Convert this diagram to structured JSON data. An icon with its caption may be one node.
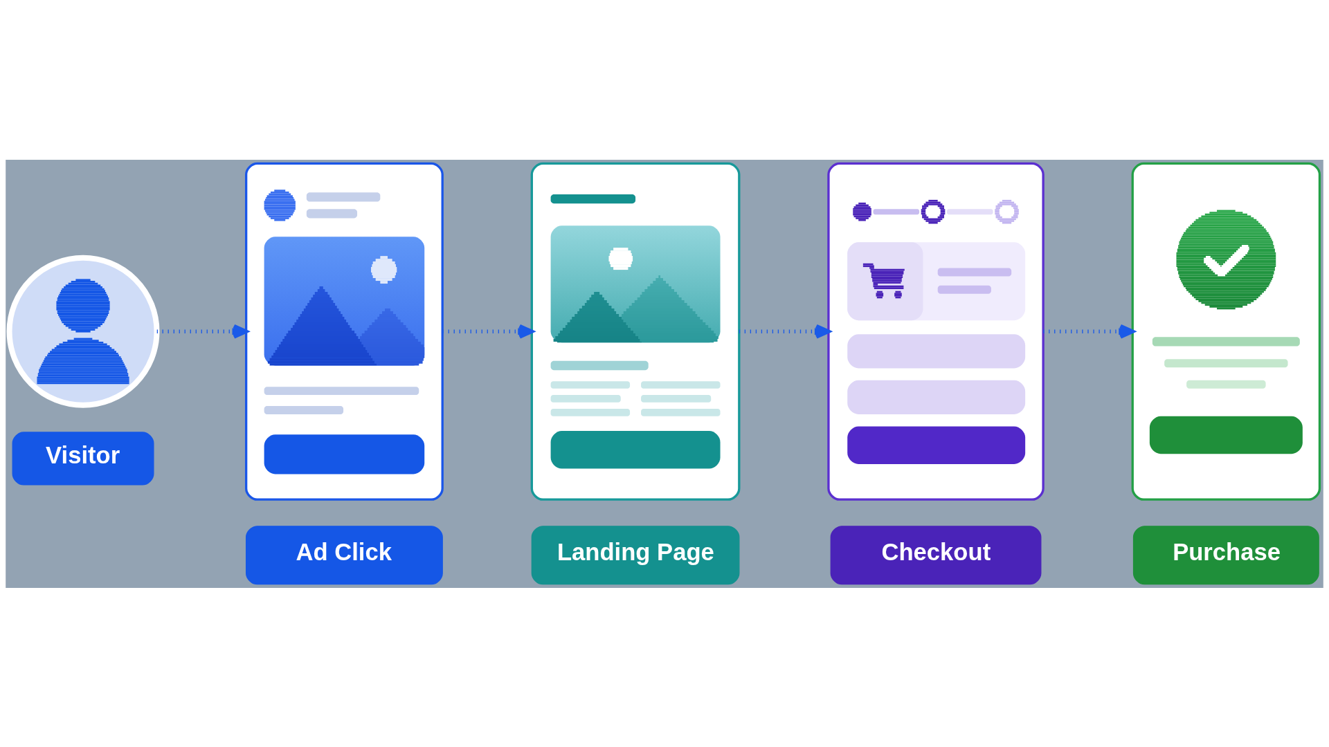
{
  "diagram": {
    "nodes": [
      {
        "text": [],
        "shape": "person"
      },
      {
        "text": [
          "Visitor"
        ]
      },
      {
        "text": [],
        "shape": "picture"
      },
      {
        "text": [
          "Ad Click"
        ]
      },
      {
        "text": [],
        "shape": "picture"
      },
      {
        "text": [
          "Landing Page"
        ]
      },
      {
        "text": [],
        "shape": "picture"
      },
      {
        "text": [
          "Checkout"
        ]
      },
      {
        "text": [],
        "shape": "picture"
      },
      {
        "text": [
          "Purchase"
        ]
      }
    ],
    "edges": [
      {
        "from": 0,
        "to": 2,
        "arrow": "to",
        "style": "dashed"
      },
      {
        "from": 2,
        "to": 4,
        "arrow": "to",
        "style": "dashed"
      },
      {
        "from": 4,
        "to": 6,
        "arrow": "to",
        "style": "dashed"
      },
      {
        "from": 6,
        "to": 8,
        "arrow": "to",
        "style": "dashed"
      }
    ]
  }
}
